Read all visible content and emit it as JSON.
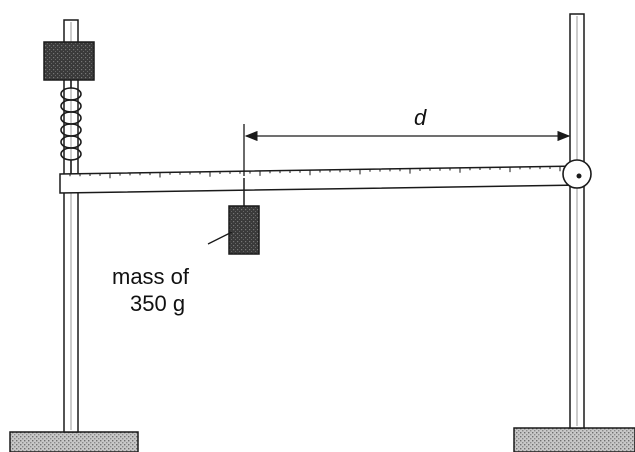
{
  "labels": {
    "distance": "d",
    "mass_line1": "mass of",
    "mass_line2": "350 g"
  },
  "colors": {
    "line": "#1a1a1a",
    "base_fill": "#b9b9b9",
    "block_fill": "#3a3a3a",
    "rule_fill": "#ffffff"
  },
  "parts": [
    "left-stand",
    "right-stand",
    "spring",
    "clamp",
    "metre-rule",
    "hanging-mass",
    "pivot",
    "distance-arrow"
  ]
}
